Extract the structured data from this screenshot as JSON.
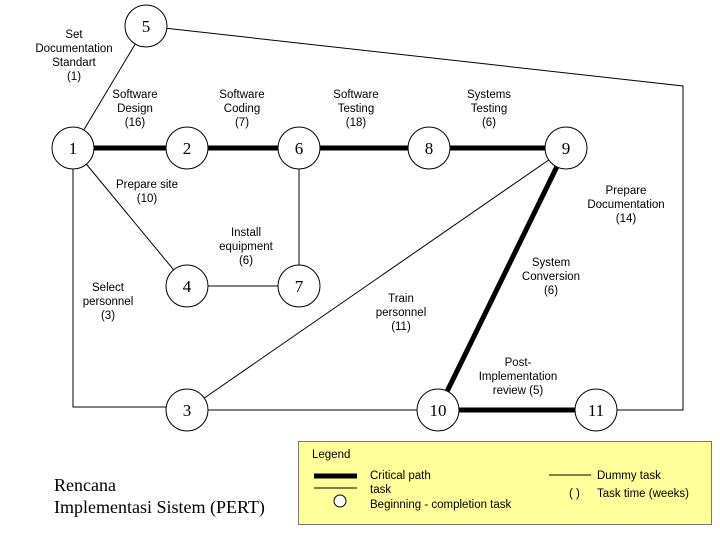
{
  "nodes": [
    {
      "id": "1",
      "label": "1"
    },
    {
      "id": "2",
      "label": "2"
    },
    {
      "id": "3",
      "label": "3"
    },
    {
      "id": "4",
      "label": "4"
    },
    {
      "id": "5",
      "label": "5"
    },
    {
      "id": "6",
      "label": "6"
    },
    {
      "id": "7",
      "label": "7"
    },
    {
      "id": "8",
      "label": "8"
    },
    {
      "id": "9",
      "label": "9"
    },
    {
      "id": "10",
      "label": "10"
    },
    {
      "id": "11",
      "label": "11"
    }
  ],
  "edges": [
    {
      "from": "1",
      "to": "5",
      "label": [
        "Set",
        "Documentation",
        "Standart",
        "(1)"
      ],
      "critical": false
    },
    {
      "from": "1",
      "to": "2",
      "label": [
        "Software",
        "Design",
        "(16)"
      ],
      "critical": true
    },
    {
      "from": "2",
      "to": "6",
      "label": [
        "Software",
        "Coding",
        "(7)"
      ],
      "critical": true
    },
    {
      "from": "6",
      "to": "8",
      "label": [
        "Software",
        "Testing",
        "(18)"
      ],
      "critical": true
    },
    {
      "from": "8",
      "to": "9",
      "label": [
        "Systems",
        "Testing",
        "(6)"
      ],
      "critical": true
    },
    {
      "from": "5",
      "to": "11",
      "label": [
        "Prepare",
        "Documentation",
        "(14)"
      ],
      "critical": false
    },
    {
      "from": "1",
      "to": "4",
      "label": [
        "Prepare site",
        "(10)"
      ],
      "critical": false
    },
    {
      "from": "4",
      "to": "7",
      "label": [
        "Install",
        "equipment",
        "(6)"
      ],
      "critical": false
    },
    {
      "from": "6",
      "to": "7",
      "label": [],
      "critical": false
    },
    {
      "from": "1",
      "to": "3",
      "label": [
        "Select",
        "personnel",
        "(3)"
      ],
      "critical": false
    },
    {
      "from": "3",
      "to": "9",
      "label": [
        "Train",
        "personnel",
        "(11)"
      ],
      "critical": false
    },
    {
      "from": "9",
      "to": "10",
      "label": [
        "System",
        "Conversion",
        "(6)"
      ],
      "critical": true
    },
    {
      "from": "10",
      "to": "11",
      "label": [
        "Post-",
        "Implementation",
        "review (5)"
      ],
      "critical": true
    },
    {
      "from": "3",
      "to": "10",
      "label": [],
      "critical": false
    }
  ],
  "legend": {
    "title": "Legend",
    "critical_path_label": [
      "Critical path",
      "task"
    ],
    "node_label": "Beginning - completion task",
    "dummy_label": "Dummy task",
    "time_symbol": "(   )",
    "time_label": "Task time (weeks)",
    "background": "#ffff99"
  },
  "caption": {
    "line1": "Rencana",
    "line2": "Implementasi Sistem (PERT)"
  }
}
